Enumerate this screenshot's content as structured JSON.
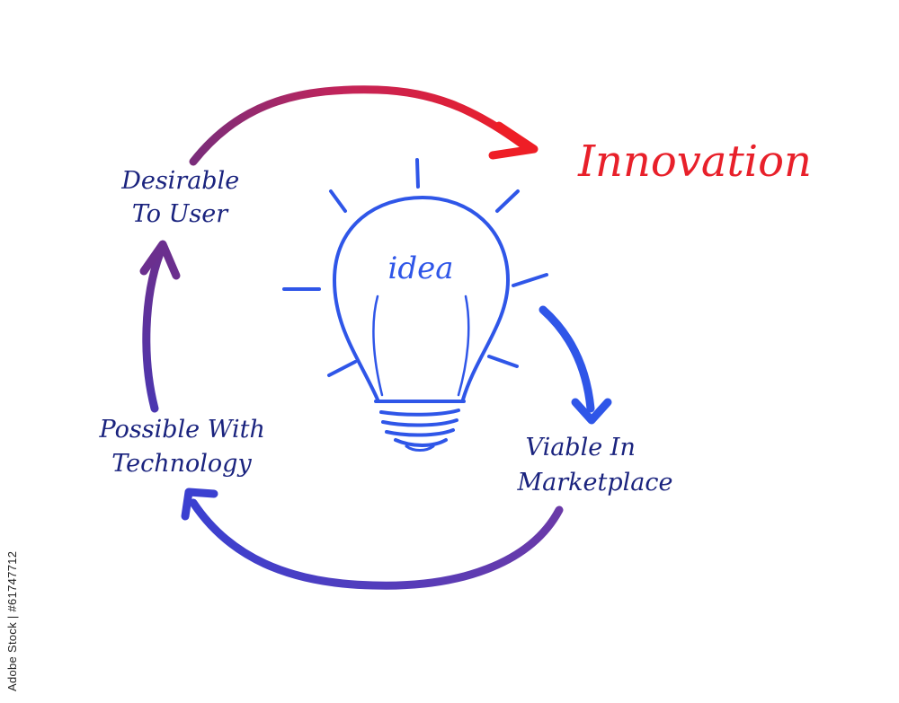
{
  "title": "Innovation",
  "bulb_label": "idea",
  "nodes": {
    "desirable": [
      "Desirable",
      "To User"
    ],
    "possible": [
      "Possible With",
      "Technology"
    ],
    "viable": [
      "Viable In",
      "Marketplace"
    ]
  },
  "watermark": "Adobe Stock | #61747712",
  "colors": {
    "title": "#e8202a",
    "labels": "#1a237e",
    "bulb": "#2f56e8",
    "arrow_top_start": "#8a2a6a",
    "arrow_top_end": "#e8202a",
    "arrow_left": "#5a2e8c",
    "arrow_bottom": "#4a3ac8"
  }
}
